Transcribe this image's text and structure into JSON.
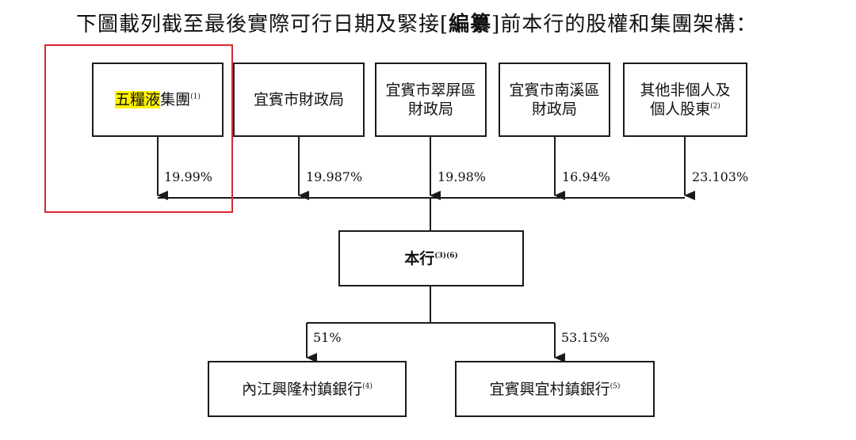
{
  "heading": {
    "pre": "下圖載列截至最後實際可行日期及緊接[",
    "bold": "編纂",
    "post": "]前本行的股權和集團架構："
  },
  "shareholders": [
    {
      "name_highlight": "五糧液",
      "name": "集團",
      "note": "(1)",
      "pct": "19.99%"
    },
    {
      "line1": "宜賓市財政局",
      "pct": "19.987%"
    },
    {
      "line1": "宜賓市翠屏區",
      "line2": "財政局",
      "pct": "19.98%"
    },
    {
      "line1": "宜賓市南溪區",
      "line2": "財政局",
      "pct": "16.94%"
    },
    {
      "line1": "其他非個人及",
      "line2": "個人股東",
      "note": "(2)",
      "pct": "23.103%"
    }
  ],
  "center": {
    "name": "本行",
    "note": "(3)(6)"
  },
  "subsidiaries": [
    {
      "name": "內江興隆村鎮銀行",
      "note": "(4)",
      "pct": "51%"
    },
    {
      "name": "宜賓興宜村鎮銀行",
      "note": "(5)",
      "pct": "53.15%"
    }
  ],
  "colors": {
    "highlight": "#fff200",
    "frame": "#d9272e",
    "line": "#1a1a1a"
  }
}
